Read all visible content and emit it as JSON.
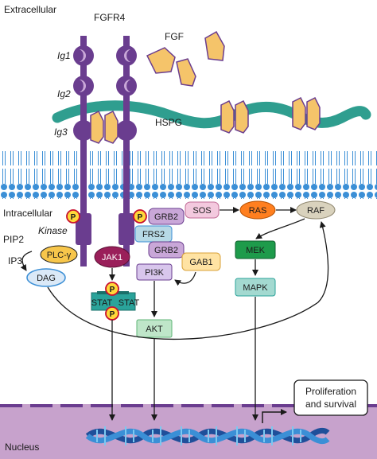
{
  "regions": {
    "extracellular": "Extracellular",
    "intracellular": "Intracellular",
    "nucleus": "Nucleus"
  },
  "receptor": {
    "name": "FGFR4",
    "domains": [
      "Ig1",
      "Ig2",
      "Ig3"
    ],
    "kinase": "Kinase"
  },
  "ligands": {
    "fgf": "FGF",
    "hspg": "HSPG"
  },
  "phospho": "P",
  "nodes": {
    "plc": "PLC-γ",
    "pip2": "PIP2",
    "ip3": "IP3",
    "dag": "DAG",
    "jak1": "JAK1",
    "stat_left": "STAT",
    "stat_right": "STAT",
    "grb2_top": "GRB2",
    "frs2": "FRS2",
    "grb2_bottom": "GRB2",
    "sos": "SOS",
    "gab1": "GAB1",
    "pi3k": "PI3K",
    "akt": "AKT",
    "ras": "RAS",
    "raf": "RAF",
    "mek": "MEK",
    "mapk": "MAPK"
  },
  "outcome": {
    "line1": "Proliferation",
    "line2": "and survival"
  },
  "colors": {
    "receptor": "#6a3d8f",
    "ligand": "#f5c46a",
    "hspg": "#2f9e8f",
    "membrane": "#3b8fd6",
    "nucleus": "#c7a2cc",
    "jak1": "#9a1f5a",
    "stat": "#2aa39a",
    "grb2": "#c9a7d8",
    "frs2": "#b7d9e6",
    "sos": "#f3c9de",
    "gab1": "#ffe3a3",
    "pi3k": "#d8c6ec",
    "akt": "#bfe6c9",
    "ras": "#ff7f1f",
    "raf": "#d9d2bd",
    "mek": "#1e9b4b",
    "mapk": "#a3d9d0",
    "dag": "#dbe9f7",
    "plc": "#f7c64b",
    "phospho": "#ffd83a"
  }
}
